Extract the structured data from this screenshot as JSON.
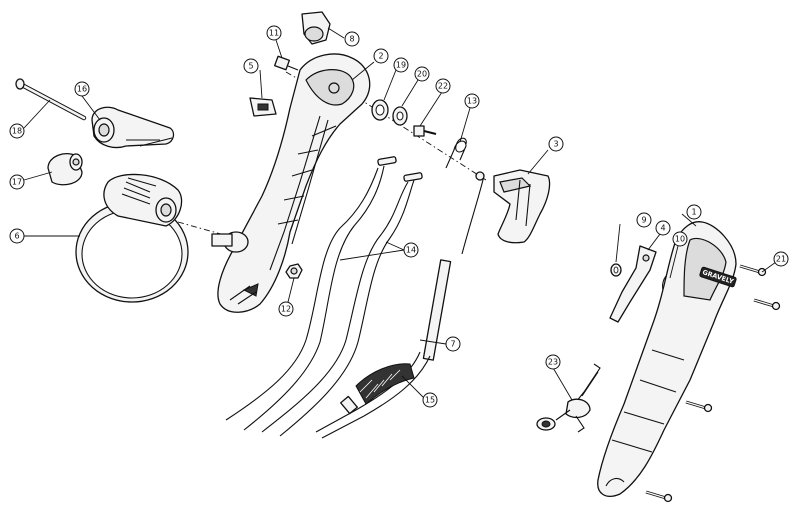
{
  "diagram": {
    "brand_label": "GRAVELY",
    "callouts": [
      "1",
      "2",
      "3",
      "4",
      "5",
      "6",
      "7",
      "8",
      "9",
      "10",
      "11",
      "12",
      "13",
      "14",
      "14",
      "15",
      "16",
      "17",
      "18",
      "19",
      "20",
      "21",
      "22",
      "23"
    ]
  }
}
